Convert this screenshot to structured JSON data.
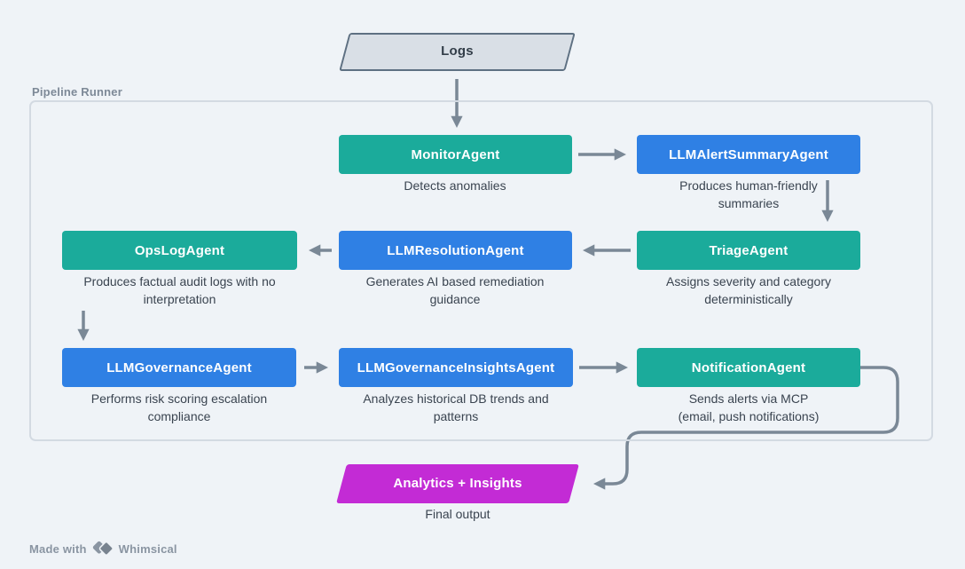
{
  "diagram": {
    "title": "Pipeline Runner",
    "source_node": {
      "label": "Logs",
      "shape": "parallelogram"
    },
    "output_node": {
      "label": "Analytics + Insights",
      "caption": "Final output",
      "shape": "parallelogram"
    },
    "nodes": [
      {
        "id": "monitor",
        "label": "MonitorAgent",
        "color_key": "teal",
        "caption_lines": [
          "Detects anomalies"
        ]
      },
      {
        "id": "alert",
        "label": "LLMAlertSummaryAgent",
        "color_key": "blue",
        "caption_lines": [
          "Produces human-friendly",
          "summaries"
        ]
      },
      {
        "id": "opslog",
        "label": "OpsLogAgent",
        "color_key": "teal",
        "caption_lines": [
          "Produces factual audit logs with no",
          "interpretation"
        ]
      },
      {
        "id": "resolution",
        "label": "LLMResolutionAgent",
        "color_key": "blue",
        "caption_lines": [
          "Generates AI based remediation",
          "guidance"
        ]
      },
      {
        "id": "triage",
        "label": "TriageAgent",
        "color_key": "teal",
        "caption_lines": [
          "Assigns severity and category",
          "deterministically"
        ]
      },
      {
        "id": "governance",
        "label": "LLMGovernanceAgent",
        "color_key": "blue",
        "caption_lines": [
          "Performs risk scoring escalation",
          "compliance"
        ]
      },
      {
        "id": "govinsights",
        "label": "LLMGovernanceInsightsAgent",
        "color_key": "blue",
        "caption_lines": [
          "Analyzes historical DB trends and",
          "patterns"
        ]
      },
      {
        "id": "notification",
        "label": "NotificationAgent",
        "color_key": "teal",
        "caption_lines": [
          "Sends alerts via MCP",
          "(email, push notifications)"
        ]
      }
    ],
    "edges": [
      {
        "from": "Logs",
        "to": "MonitorAgent"
      },
      {
        "from": "MonitorAgent",
        "to": "LLMAlertSummaryAgent"
      },
      {
        "from": "LLMAlertSummaryAgent",
        "to": "TriageAgent"
      },
      {
        "from": "TriageAgent",
        "to": "LLMResolutionAgent"
      },
      {
        "from": "LLMResolutionAgent",
        "to": "OpsLogAgent"
      },
      {
        "from": "OpsLogAgent",
        "to": "LLMGovernanceAgent"
      },
      {
        "from": "LLMGovernanceAgent",
        "to": "LLMGovernanceInsightsAgent"
      },
      {
        "from": "LLMGovernanceInsightsAgent",
        "to": "NotificationAgent"
      },
      {
        "from": "NotificationAgent",
        "to": "Analytics + Insights"
      }
    ],
    "colors": {
      "teal": "#1BAB9B",
      "blue": "#2F80E4",
      "magenta": "#C32BD5",
      "logs_fill": "#D9DFE6",
      "logs_border": "#5E7082",
      "arrow": "#7A8896",
      "background": "#EFF3F7",
      "group_border": "#D3DAE2",
      "caption_text": "#3A4450",
      "group_label_text": "#7D8997"
    }
  },
  "footer": {
    "made_with": "Made with",
    "brand": "Whimsical"
  }
}
